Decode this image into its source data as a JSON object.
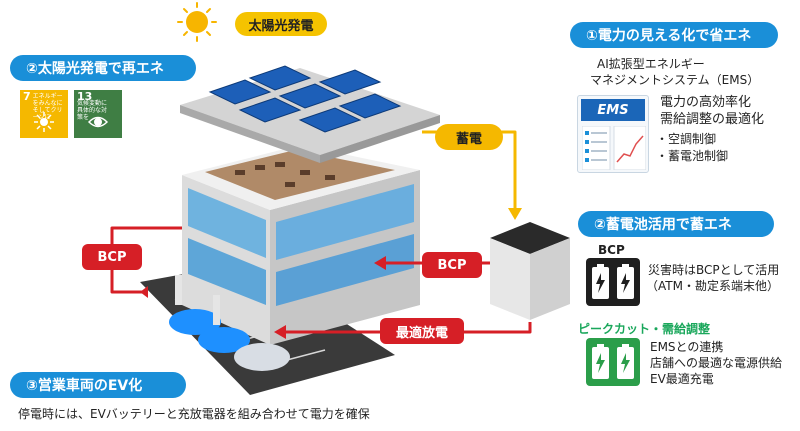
{
  "solar_label": "太陽光発電",
  "left": {
    "section2_title": "②太陽光発電で再エネ",
    "sdg7_num": "7",
    "sdg7_label": "エネルギーをみんなに そしてクリーンに",
    "sdg13_num": "13",
    "sdg13_label": "気候変動に具体的な対策を",
    "section3_title": "③営業車両のEV化",
    "section3_desc": "停電時には、EVバッテリーと充放電器を組み合わせて電力を確保"
  },
  "center": {
    "storage_label": "蓄電",
    "bcp_left": "BCP",
    "bcp_right": "BCP",
    "optimal_discharge": "最適放電"
  },
  "right": {
    "section1_title": "①電力の見える化で省エネ",
    "ems_line1": "AI拡張型エネルギー",
    "ems_line2": "マネジメントシステム（EMS）",
    "ems_logo": "EMS",
    "ems_point1": "電力の高効率化",
    "ems_point2": "需給調整の最適化",
    "ems_bullets": [
      "空調制御",
      "蓄電池制御"
    ],
    "section2_title": "②蓄電池活用で蓄エネ",
    "bcp_heading": "BCP",
    "bcp_line1": "災害時はBCPとして活用",
    "bcp_line2": "（ATM・勘定系端末他）",
    "peak_heading": "ピークカット・需給調整",
    "peak_lines": [
      "EMSとの連携",
      "店舗への最適な電源供給",
      "EV最適充電"
    ]
  },
  "colors": {
    "blue": "#1a8fd8",
    "yellow": "#f5c300",
    "red": "#d61f26",
    "green": "#1aa75b",
    "sdg7": "#f5b800",
    "sdg13": "#3f7e44"
  }
}
